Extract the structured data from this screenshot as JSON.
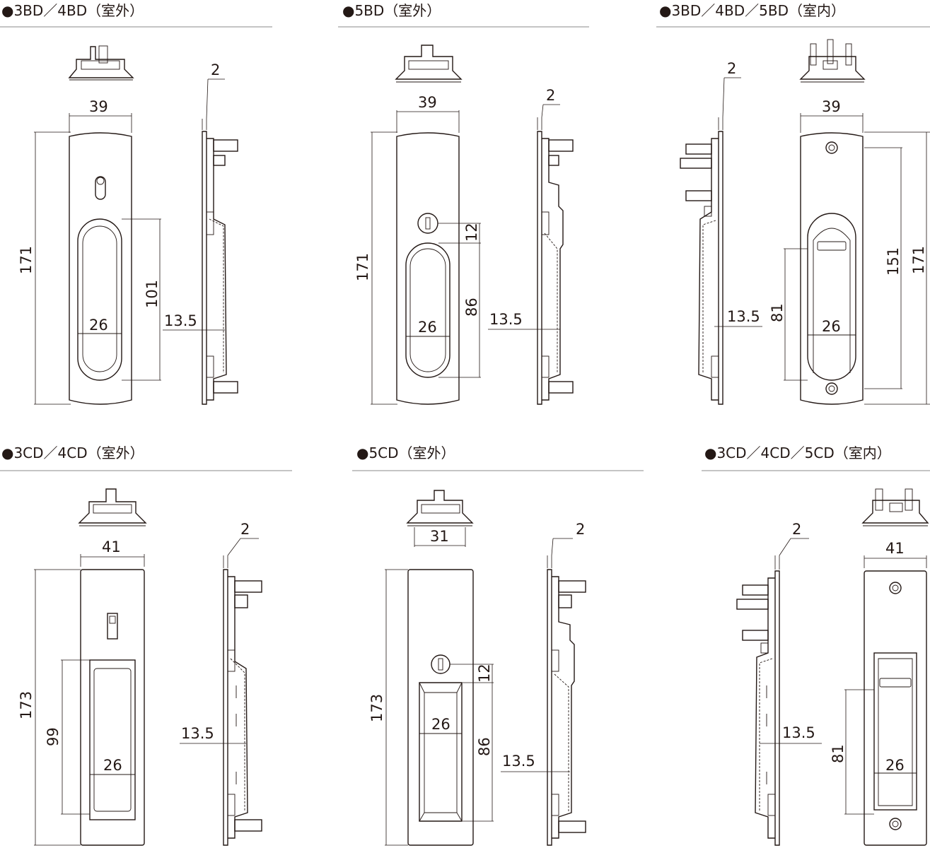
{
  "sections": [
    {
      "title": "●3BD／4BD（室外）",
      "dims": {
        "width": "39",
        "height": "171",
        "recess": "101",
        "grip": "26",
        "thickness": "2",
        "depth": "13.5"
      }
    },
    {
      "title": "●5BD（室外）",
      "dims": {
        "width": "39",
        "height": "171",
        "key_offset": "12",
        "recess": "86",
        "grip": "26",
        "thickness": "2",
        "depth": "13.5"
      }
    },
    {
      "title": "●3BD／4BD／5BD（室内）",
      "dims": {
        "width": "39",
        "height": "171",
        "inner_height": "151",
        "recess": "81",
        "grip": "26",
        "thickness": "2",
        "depth": "13.5"
      }
    },
    {
      "title": "●3CD／4CD（室外）",
      "dims": {
        "width": "41",
        "height": "173",
        "recess": "99",
        "grip": "26",
        "thickness": "2",
        "depth": "13.5"
      }
    },
    {
      "title": "●5CD（室外）",
      "dims": {
        "top_width": "31",
        "height": "173",
        "key_offset": "12",
        "recess": "86",
        "grip": "26",
        "thickness": "2",
        "depth": "13.5"
      }
    },
    {
      "title": "●3CD／4CD／5CD（室内）",
      "dims": {
        "width": "41",
        "recess": "81",
        "grip": "26",
        "thickness": "2",
        "depth": "13.5"
      }
    }
  ]
}
